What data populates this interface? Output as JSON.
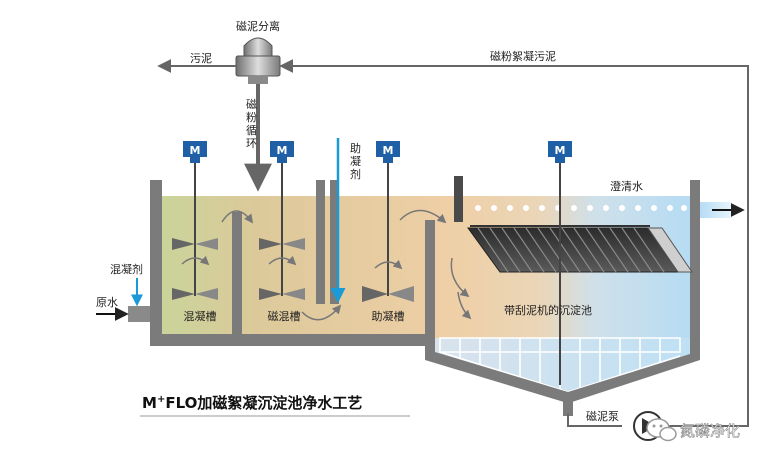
{
  "labels": {
    "separator": "磁泥分离",
    "sludge_out": "污泥",
    "return_sludge": "磁粉絮凝污泥",
    "magnetic_cycle": [
      "磁",
      "粉",
      "循",
      "环"
    ],
    "flocculant": [
      "助",
      "凝",
      "剂"
    ],
    "coagulant": "混凝剂",
    "raw_water": "原水",
    "clear_water": "澄清水",
    "tank_coag": "混凝槽",
    "tank_mag": "磁混槽",
    "tank_floc": "助凝槽",
    "settling": "带刮泥机的沉淀池",
    "sludge_pump": "磁泥泵",
    "motor": "M"
  },
  "title": {
    "prefix": "M",
    "sup": "+",
    "rest": "FLO加磁絮凝沉淀池净水工艺"
  },
  "watermark": {
    "text": "氮磷净化",
    "icon": "wechat-icon"
  },
  "colors": {
    "wall": "#7b7b7b",
    "motor": "#1e5fa6",
    "arrow_blue": "#1a9ad6",
    "clear_water": "#a9d8f2",
    "mud": "#e8c9a0",
    "dark_pipe": "#555555"
  }
}
